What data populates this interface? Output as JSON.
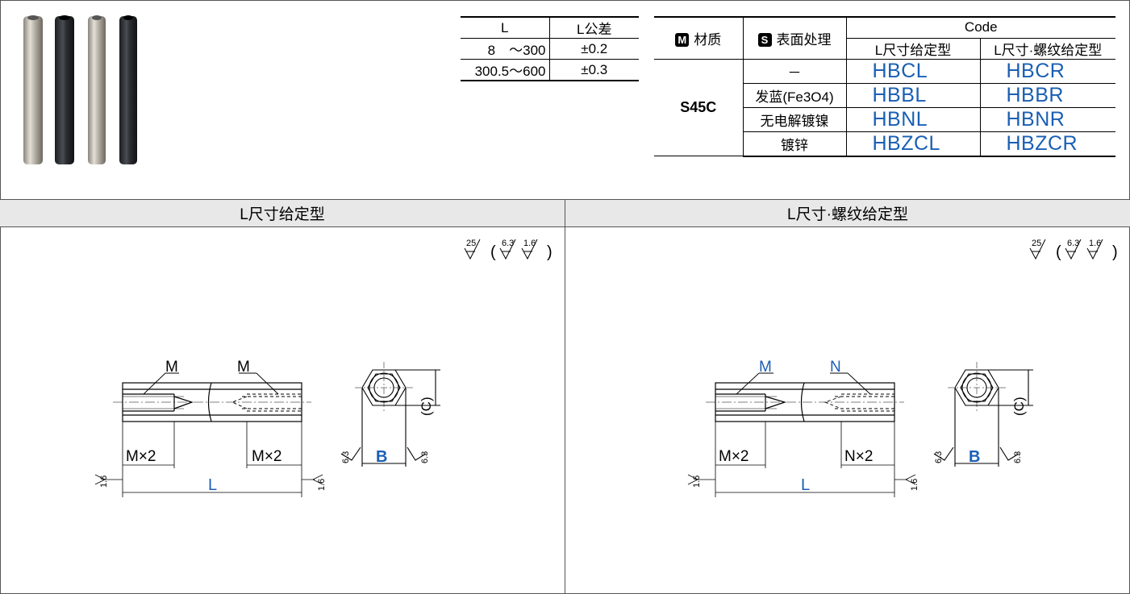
{
  "tolerance_table": {
    "headers": [
      "L",
      "L公差"
    ],
    "rows": [
      {
        "range": "8　～300",
        "tol": "±0.2"
      },
      {
        "range": "300.5～600",
        "tol": "±0.3"
      }
    ]
  },
  "code_table": {
    "material_badge": "M",
    "material_header": "材质",
    "surface_badge": "S",
    "surface_header": "表面处理",
    "code_header": "Code",
    "type_headers": [
      "L尺寸给定型",
      "L尺寸·螺纹给定型"
    ],
    "material": "S45C",
    "rows": [
      {
        "surface": "－",
        "codes": [
          "HBCL",
          "HBCR"
        ]
      },
      {
        "surface": "发蓝(Fe3O4)",
        "codes": [
          "HBBL",
          "HBBR"
        ]
      },
      {
        "surface": "无电解镀镍",
        "codes": [
          "HBNL",
          "HBNR"
        ]
      },
      {
        "surface": "镀锌",
        "codes": [
          "HBZCL",
          "HBZCR"
        ]
      }
    ]
  },
  "sections": {
    "left_title": "L尺寸给定型",
    "right_title": "L尺寸·螺纹给定型"
  },
  "roughness": {
    "main": "25",
    "a": "6.3",
    "b": "1.6",
    "end": "1.6",
    "side": "6.3"
  },
  "drawing_left": {
    "label_m1": "M",
    "label_m2": "M",
    "dim_a": "M×2",
    "dim_b": "M×2",
    "dim_l": "L",
    "dim_b_hex": "B",
    "dim_c": "(C)"
  },
  "drawing_right": {
    "label_m1": "M",
    "label_m2": "N",
    "dim_a": "M×2",
    "dim_b": "N×2",
    "dim_l": "L",
    "dim_b_hex": "B",
    "dim_c": "(C)"
  },
  "colors": {
    "accent": "#1a5fb4",
    "header_bg": "#e8e8e8"
  }
}
